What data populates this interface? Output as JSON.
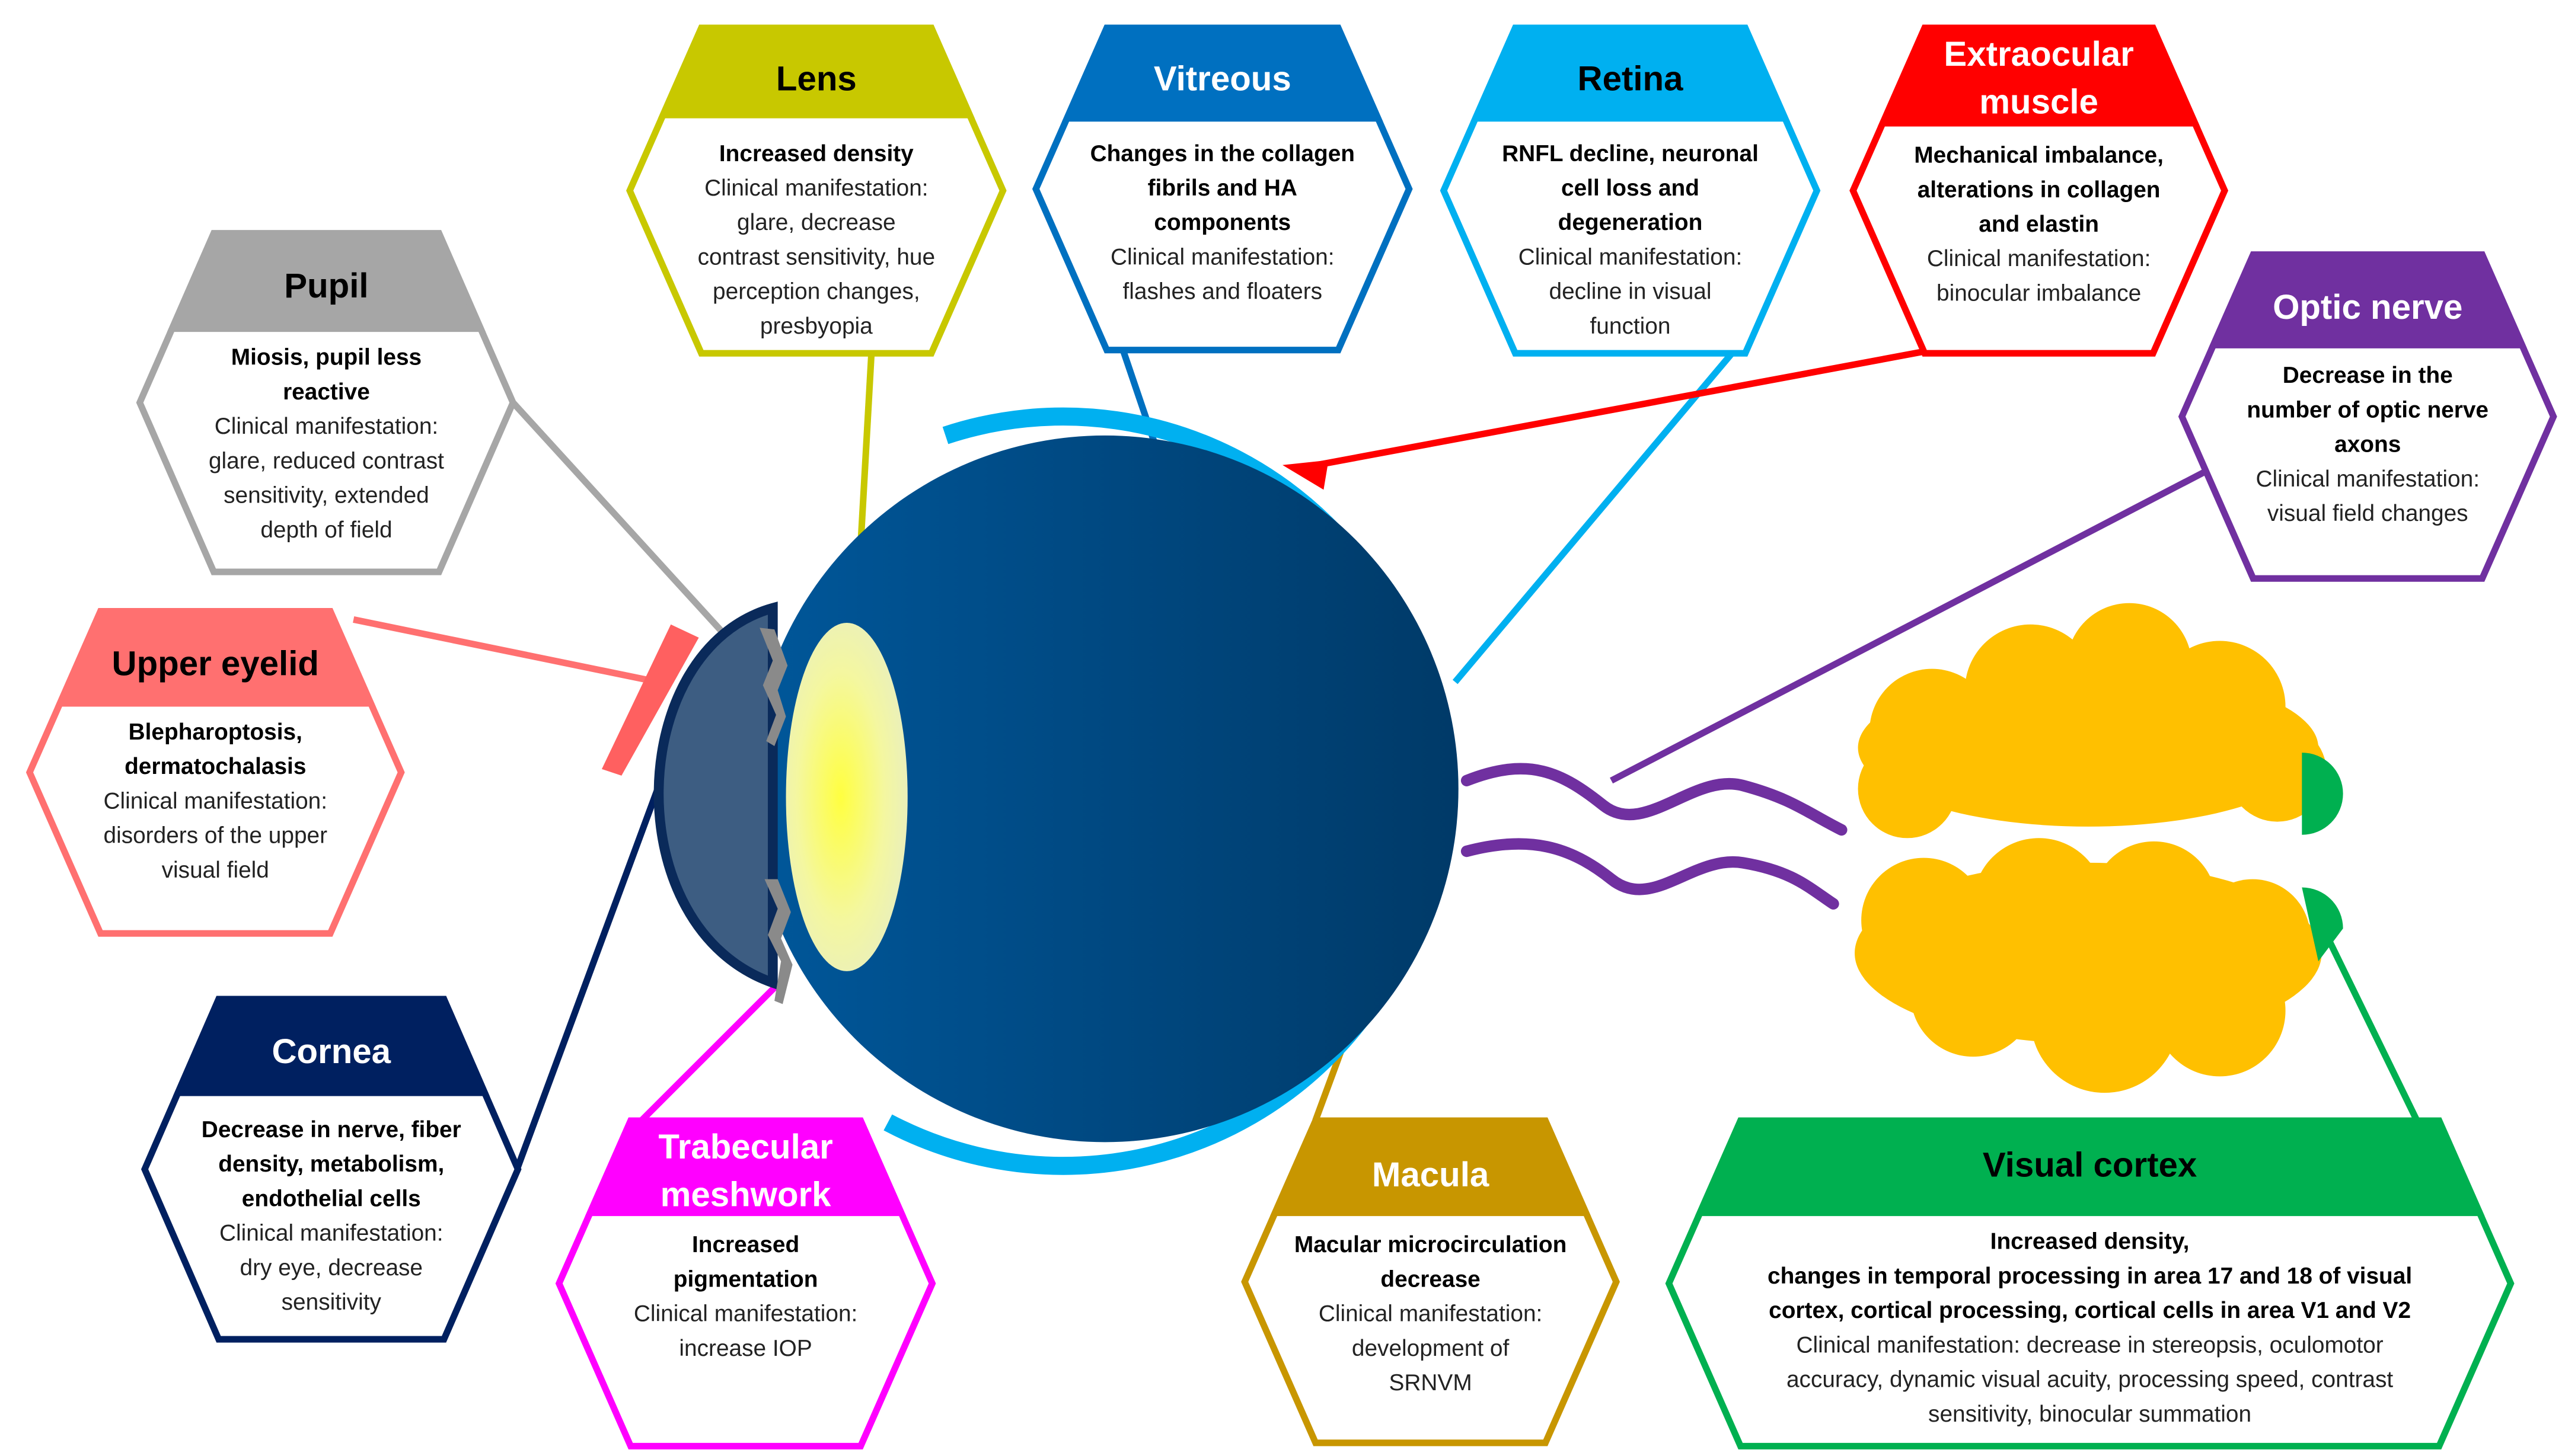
{
  "boxes": {
    "lens": {
      "title": [
        "Lens"
      ],
      "color": "#C8C800",
      "title_color": "#000000",
      "bold": [
        "Increased density"
      ],
      "normal": [
        "Clinical manifestation:",
        "glare, decrease",
        "contrast sensitivity, hue",
        "perception changes,",
        "presbyopia"
      ]
    },
    "vitreous": {
      "title": [
        "Vitreous"
      ],
      "color": "#0070C0",
      "title_color": "#FFFFFF",
      "bold": [
        "Changes in the collagen",
        "fibrils and HA",
        "components"
      ],
      "normal": [
        "Clinical manifestation:",
        "flashes and floaters"
      ]
    },
    "retina": {
      "title": [
        "Retina"
      ],
      "color": "#00B0F0",
      "title_color": "#000000",
      "bold": [
        "RNFL decline, neuronal",
        "cell loss and",
        "degeneration"
      ],
      "normal": [
        "Clinical manifestation:",
        "decline in visual",
        "function"
      ]
    },
    "extraocular": {
      "title": [
        "Extraocular",
        "muscle"
      ],
      "color": "#FF0000",
      "title_color": "#FFFFFF",
      "bold": [
        "Mechanical imbalance,",
        "alterations in collagen",
        "and elastin"
      ],
      "normal": [
        "Clinical manifestation:",
        "binocular imbalance"
      ]
    },
    "pupil": {
      "title": [
        "Pupil"
      ],
      "color": "#A6A6A6",
      "title_color": "#000000",
      "bold": [
        "Miosis, pupil less",
        "reactive"
      ],
      "normal": [
        "Clinical manifestation:",
        "glare, reduced contrast",
        "sensitivity, extended",
        "depth of field"
      ]
    },
    "optic": {
      "title": [
        "Optic nerve"
      ],
      "color": "#7030A0",
      "title_color": "#FFFFFF",
      "bold": [
        "Decrease in the",
        "number of optic nerve",
        "axons"
      ],
      "normal": [
        "Clinical manifestation:",
        "visual field changes"
      ]
    },
    "eyelid": {
      "title": [
        "Upper eyelid"
      ],
      "color": "#FF7070",
      "title_color": "#000000",
      "bold": [
        "Blepharoptosis,",
        "dermatochalasis"
      ],
      "normal": [
        "Clinical manifestation:",
        "disorders of the upper",
        "visual field"
      ]
    },
    "cornea": {
      "title": [
        "Cornea"
      ],
      "color": "#002060",
      "title_color": "#FFFFFF",
      "bold": [
        "Decrease in nerve, fiber",
        "density, metabolism,",
        "endothelial cells"
      ],
      "normal": [
        "Clinical manifestation:",
        "dry eye, decrease",
        "sensitivity"
      ]
    },
    "trabecular": {
      "title": [
        "Trabecular",
        "meshwork"
      ],
      "color": "#FF00FF",
      "title_color": "#FFFFFF",
      "bold": [
        "Increased",
        "pigmentation"
      ],
      "normal": [
        "Clinical manifestation:",
        "increase IOP"
      ]
    },
    "macula": {
      "title": [
        "Macula"
      ],
      "color": "#C89600",
      "title_color": "#FFFFFF",
      "bold": [
        "Macular microcirculation",
        "decrease"
      ],
      "normal": [
        "Clinical manifestation:",
        "development of",
        "SRNVM"
      ]
    },
    "cortex": {
      "title": [
        "Visual cortex"
      ],
      "color": "#00B050",
      "title_color": "#000000",
      "bold": [
        "Increased density,",
        "changes in temporal processing in area 17 and 18 of visual",
        "cortex, cortical processing, cortical cells in area V1 and V2"
      ],
      "normal": [
        "Clinical manifestation: decrease in stereopsis, oculomotor",
        "accuracy, dynamic visual acuity, processing speed, contrast",
        "sensitivity, binocular summation"
      ]
    }
  },
  "colors": {
    "eye_dark": "#003E70",
    "eye_light": "#005A96",
    "sclera_rim": "#00B0F0",
    "brain": "#FFC000",
    "brain_occipital": "#00B050"
  }
}
